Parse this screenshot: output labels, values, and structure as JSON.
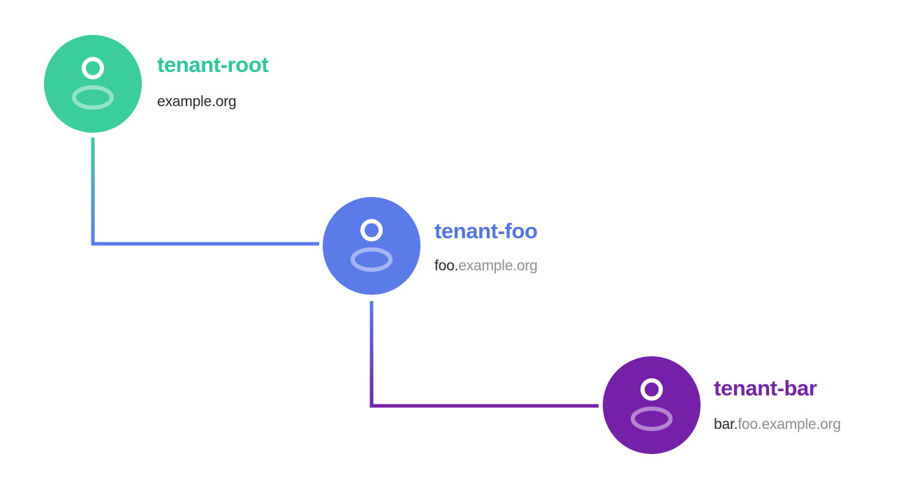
{
  "diagram": {
    "background_color": "#ffffff",
    "nodes": [
      {
        "id": "tenant-root",
        "name": "tenant-root",
        "domain_prefix": "example.org",
        "domain_suffix": "",
        "circle_color": "#3CCD9C",
        "name_color": "#2CC996",
        "icon": "person-icon"
      },
      {
        "id": "tenant-foo",
        "name": "tenant-foo",
        "domain_prefix": "foo.",
        "domain_suffix": "example.org",
        "circle_color": "#5A7BE8",
        "name_color": "#5374E7",
        "icon": "person-icon"
      },
      {
        "id": "tenant-bar",
        "name": "tenant-bar",
        "domain_prefix": "bar.",
        "domain_suffix": "foo.example.org",
        "circle_color": "#7420A8",
        "name_color": "#7523A9",
        "icon": "person-icon"
      }
    ],
    "connectors": [
      {
        "from": "tenant-root",
        "to": "tenant-foo",
        "start_color": "#3CCD9C",
        "end_color": "#5A7BE8"
      },
      {
        "from": "tenant-foo",
        "to": "tenant-bar",
        "start_color": "#5A7BE8",
        "end_color": "#7420A8"
      }
    ],
    "text_colors": {
      "domain_prefix": "#28282D",
      "domain_suffix": "#8F8D93"
    }
  }
}
